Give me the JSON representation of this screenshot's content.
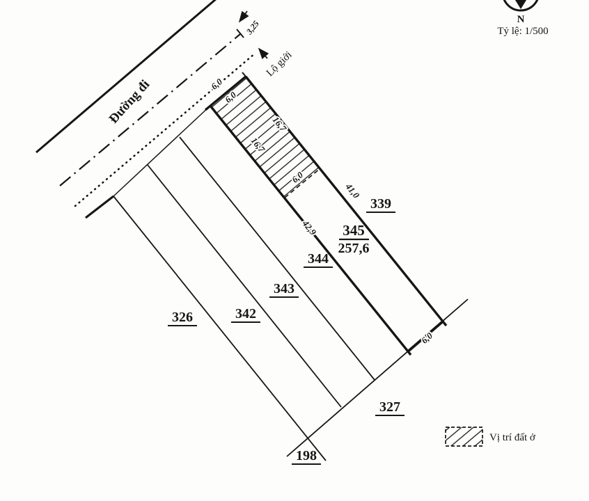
{
  "title_block": {
    "north_label": "N",
    "scale_label": "Tỷ lệ: 1/500"
  },
  "road": {
    "name": "Đường đi",
    "boundary_label": "Lộ giới",
    "centerline_offset": "3,25"
  },
  "parcels": {
    "p326": "326",
    "p342": "342",
    "p343": "343",
    "p344": "344",
    "p345": "345",
    "p345_area": "257,6",
    "p339": "339",
    "p327": "327",
    "p198": "198"
  },
  "dimensions": {
    "front_width_outer": "6,0",
    "front_width_inner": "6,0",
    "hatch_length_right": "16,7",
    "hatch_length_left": "16,7",
    "hatch_bottom_width": "6,0",
    "side_right_length": "41,0",
    "side_left_length": "42,9",
    "rear_width": "6,0"
  },
  "legend": {
    "residential_label": "Vị trí đất ở"
  },
  "colors": {
    "ink": "#161616",
    "paper": "#fdfdfc"
  }
}
